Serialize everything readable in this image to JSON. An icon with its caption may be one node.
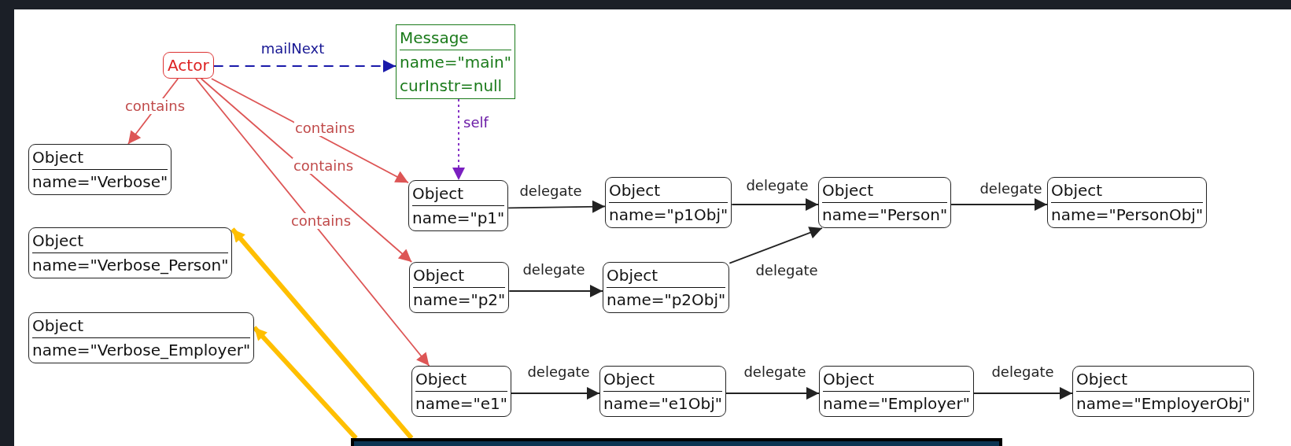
{
  "diagram": {
    "nodes": [
      {
        "text": [
          "Actor"
        ]
      },
      {
        "text": [
          "Message",
          "name=\"main\"",
          "curInstr=null"
        ]
      },
      {
        "text": [
          "Object",
          "name=\"Verbose\""
        ]
      },
      {
        "text": [
          "Object",
          "name=\"Verbose_Person\""
        ]
      },
      {
        "text": [
          "Object",
          "name=\"Verbose_Employer\""
        ]
      },
      {
        "text": [
          "Object",
          "name=\"p1\""
        ]
      },
      {
        "text": [
          "Object",
          "name=\"p1Obj\""
        ]
      },
      {
        "text": [
          "Object",
          "name=\"Person\""
        ]
      },
      {
        "text": [
          "Object",
          "name=\"PersonObj\""
        ]
      },
      {
        "text": [
          "Object",
          "name=\"p2\""
        ]
      },
      {
        "text": [
          "Object",
          "name=\"p2Obj\""
        ]
      },
      {
        "text": [
          "Object",
          "name=\"e1\""
        ]
      },
      {
        "text": [
          "Object",
          "name=\"e1Obj\""
        ]
      },
      {
        "text": [
          "Object",
          "name=\"Employer\""
        ]
      },
      {
        "text": [
          "Object",
          "name=\"EmployerObj\""
        ]
      },
      {
        "text": [],
        "shape": "box"
      }
    ],
    "edges": [
      {
        "from": 0,
        "to": 1,
        "arrow": "to",
        "label": "mailNext",
        "style": "dashed",
        "color": "#1a1aaa"
      },
      {
        "from": 0,
        "to": 2,
        "arrow": "to",
        "label": "contains",
        "color": "#dd5555"
      },
      {
        "from": 0,
        "to": 5,
        "arrow": "to",
        "label": "contains",
        "color": "#dd5555"
      },
      {
        "from": 0,
        "to": 9,
        "arrow": "to",
        "label": "contains",
        "color": "#dd5555"
      },
      {
        "from": 0,
        "to": 11,
        "arrow": "to",
        "label": "contains",
        "color": "#dd5555"
      },
      {
        "from": 1,
        "to": 5,
        "arrow": "to",
        "label": "self",
        "style": "dashed",
        "color": "#7a1fc0"
      },
      {
        "from": 5,
        "to": 6,
        "arrow": "to",
        "label": "delegate"
      },
      {
        "from": 6,
        "to": 7,
        "arrow": "to",
        "label": "delegate"
      },
      {
        "from": 7,
        "to": 8,
        "arrow": "to",
        "label": "delegate"
      },
      {
        "from": 9,
        "to": 10,
        "arrow": "to",
        "label": "delegate"
      },
      {
        "from": 10,
        "to": 7,
        "arrow": "to",
        "label": "delegate"
      },
      {
        "from": 11,
        "to": 12,
        "arrow": "to",
        "label": "delegate"
      },
      {
        "from": 12,
        "to": 13,
        "arrow": "to",
        "label": "delegate"
      },
      {
        "from": 13,
        "to": 14,
        "arrow": "to",
        "label": "delegate"
      },
      {
        "from": 15,
        "to": 3,
        "arrow": "to",
        "style": "thick",
        "color": "#ffbf00"
      },
      {
        "from": 15,
        "to": 4,
        "arrow": "to",
        "style": "thick",
        "color": "#ffbf00"
      }
    ]
  }
}
